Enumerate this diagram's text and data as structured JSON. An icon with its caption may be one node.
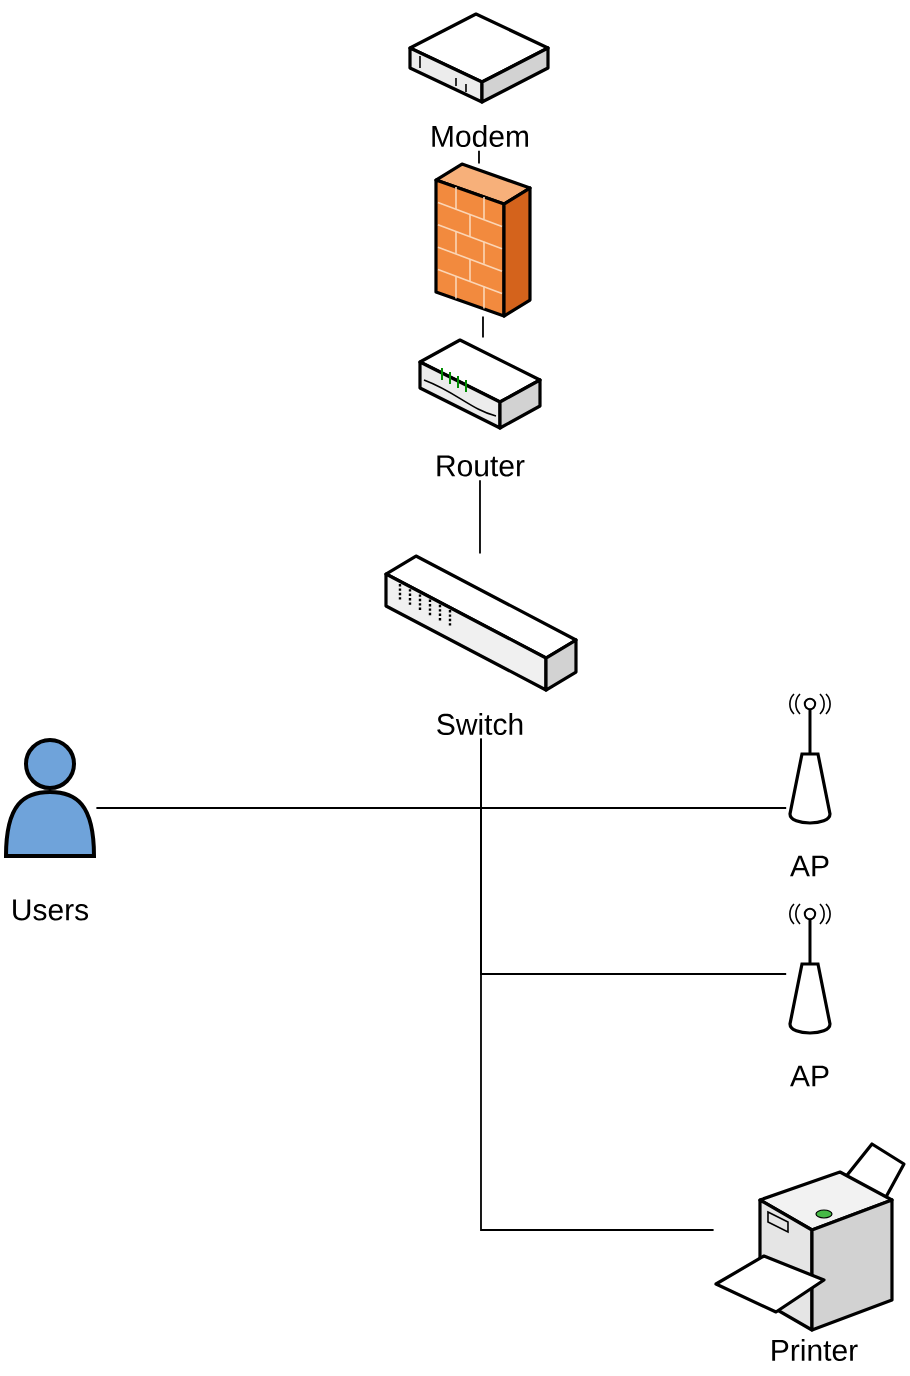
{
  "diagram": {
    "nodes": [
      {
        "text": [
          "Modem"
        ]
      },
      {
        "text": [],
        "shape": "picture"
      },
      {
        "text": [
          "Router"
        ]
      },
      {
        "text": [
          "Switch"
        ]
      },
      {
        "text": [
          "Users"
        ]
      },
      {
        "text": [
          "AP"
        ]
      },
      {
        "text": [
          "AP"
        ]
      },
      {
        "text": [
          "Printer"
        ]
      }
    ],
    "edges": [
      {
        "from": 0,
        "to": 1,
        "arrow": "none"
      },
      {
        "from": 1,
        "to": 2,
        "arrow": "none"
      },
      {
        "from": 2,
        "to": 3,
        "arrow": "none"
      },
      {
        "from": 3,
        "to": 4,
        "arrow": "none"
      },
      {
        "from": 3,
        "to": 5,
        "arrow": "none"
      },
      {
        "from": 3,
        "to": 6,
        "arrow": "none"
      },
      {
        "from": 3,
        "to": 7,
        "arrow": "none"
      }
    ]
  }
}
